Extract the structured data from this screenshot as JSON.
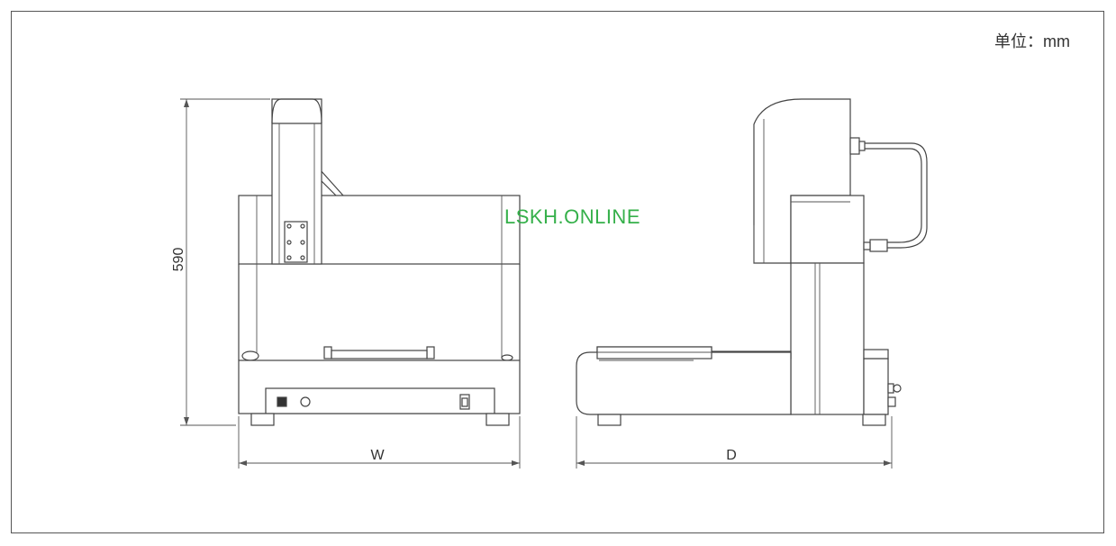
{
  "unit_label": "单位：mm",
  "watermark": "LSKH.ONLINE",
  "dimensions": {
    "height": "590",
    "width": "W",
    "depth": "D"
  }
}
